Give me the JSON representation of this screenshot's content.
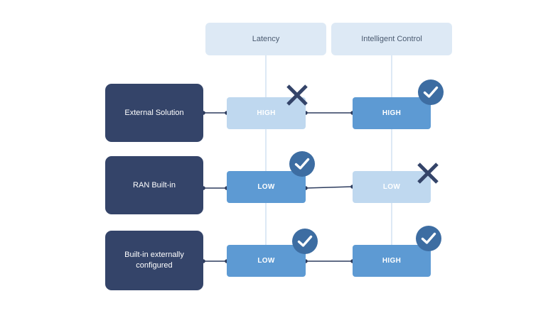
{
  "columns": [
    {
      "label": "Latency"
    },
    {
      "label": "Intelligent Control"
    }
  ],
  "rows": [
    {
      "label": "External Solution",
      "cells": [
        {
          "value": "HIGH",
          "status": "bad"
        },
        {
          "value": "HIGH",
          "status": "good"
        }
      ]
    },
    {
      "label": "RAN Built-in",
      "cells": [
        {
          "value": "LOW",
          "status": "good"
        },
        {
          "value": "LOW",
          "status": "bad"
        }
      ]
    },
    {
      "label": "Built-in externally\nconfigured",
      "cells": [
        {
          "value": "LOW",
          "status": "good"
        },
        {
          "value": "HIGH",
          "status": "good"
        }
      ]
    }
  ],
  "colors": {
    "row_box": "#344469",
    "good_cell": "#5d9ad3",
    "bad_cell": "#bfd8ef",
    "header_box": "#dde9f5",
    "badge": "#3d6da2",
    "cross": "#344469",
    "connector": "#2d3c5e",
    "vertical_line": "#dde9f5"
  },
  "icons": {
    "good": "check-circle-icon",
    "bad": "cross-icon"
  }
}
